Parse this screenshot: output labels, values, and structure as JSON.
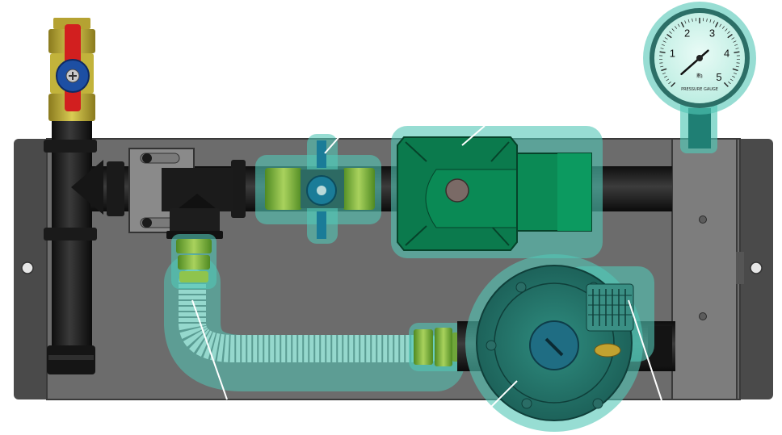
{
  "gauge": {
    "scale_labels": [
      "1",
      "2",
      "3",
      "4",
      "5"
    ],
    "unit_glyph": "㎫",
    "face_caption": "PRESSURE GAUGE",
    "reading": 3.4
  },
  "colors": {
    "panel": "#6e6e6e",
    "pipe": "#1c1c1c",
    "highlight": "#52c7b6",
    "brass": "#7fb23c",
    "valve_yellow": "#c7b63a",
    "valve_red": "#d21f1f",
    "valve_blue": "#1d4fa3",
    "pump_green": "#0b7a4d",
    "filter_teal": "#1f7f74"
  }
}
